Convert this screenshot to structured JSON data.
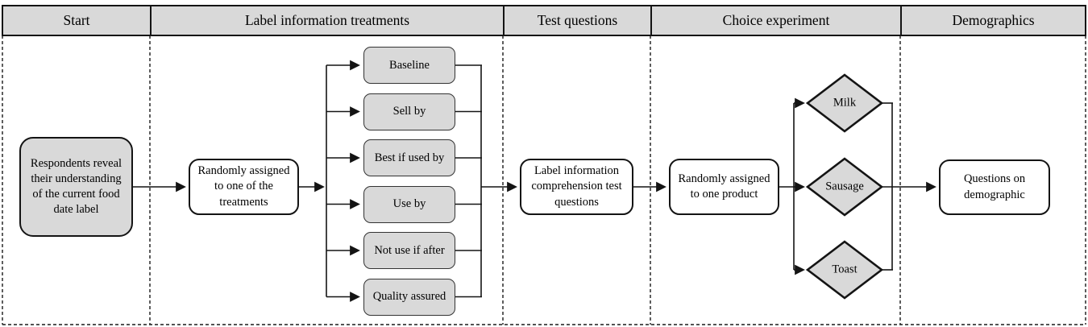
{
  "lanes": [
    {
      "label": "Start"
    },
    {
      "label": "Label information treatments"
    },
    {
      "label": "Test questions"
    },
    {
      "label": "Choice experiment"
    },
    {
      "label": "Demographics"
    }
  ],
  "nodes": {
    "respondents": "Respondents reveal their understanding of the current food date label",
    "random_treatment": "Randomly assigned to one of the treatments",
    "treatments": [
      "Baseline",
      "Sell by",
      "Best if used by",
      "Use by",
      "Not use if after",
      "Quality assured"
    ],
    "test_questions": "Label information comprehension test questions",
    "random_product": "Randomly assigned to one product",
    "products": [
      "Milk",
      "Sausage",
      "Toast"
    ],
    "demographics": "Questions on demographic"
  },
  "colors": {
    "node_fill": "#d9d9d9",
    "stroke": "#141414",
    "background": "#ffffff"
  }
}
